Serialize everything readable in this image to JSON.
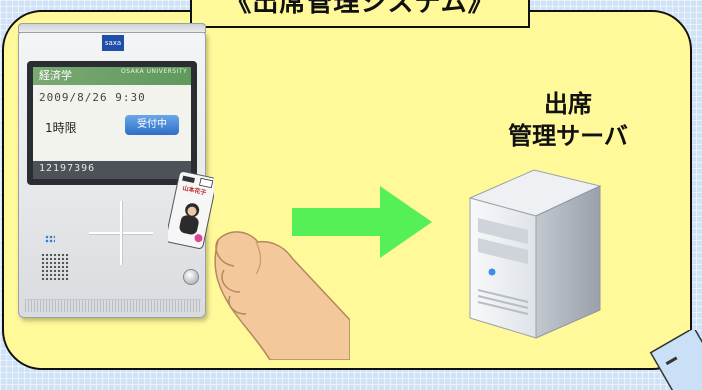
{
  "header": {
    "title": "《出席管理システム》"
  },
  "device": {
    "brand": "saxa",
    "course_name": "経済学",
    "university": "OSAKA UNIVERSITY",
    "date": "2009/8/26",
    "time": "9:30",
    "datetime": "2009/8/26   9:30",
    "period": "1時限",
    "status": "受付中",
    "card_number": "12197396"
  },
  "card": {
    "label": "山本花子"
  },
  "server": {
    "label_line1": "出席",
    "label_line2": "管理サーバ"
  },
  "colors": {
    "background": "#cfe2f6",
    "panel": "#fff99a",
    "arrow": "#55f055",
    "status_button": "#2d6fc8",
    "course_bar": "#6aa267"
  },
  "icons": {
    "device": "card-reader-icon",
    "arrow": "arrow-right-icon",
    "server": "server-icon",
    "hand": "hand-icon",
    "card": "id-card-icon",
    "corner": "document-icon"
  }
}
